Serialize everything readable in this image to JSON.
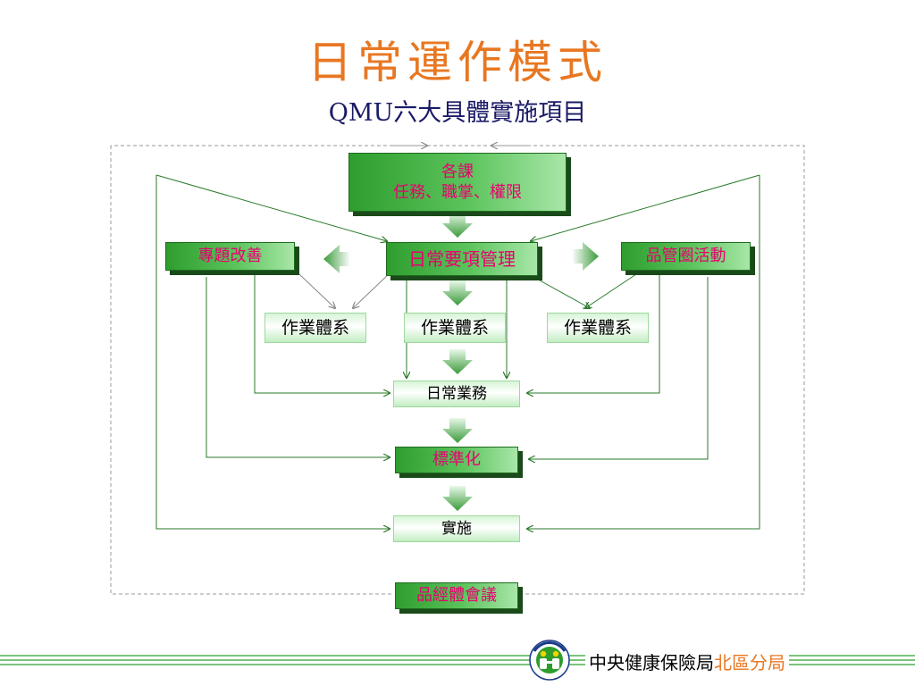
{
  "title": "日常運作模式",
  "subtitle": "QMU六大具體實施項目",
  "nodes": {
    "dept_line1": "各課",
    "dept_line2": "任務、職掌、權限",
    "daily_mgmt": "日常要項管理",
    "special_improve": "專題改善",
    "qc_circle": "品管圈活動",
    "work_system_left": "作業體系",
    "work_system_center": "作業體系",
    "work_system_right": "作業體系",
    "daily_business": "日常業務",
    "standardize": "標準化",
    "implement": "實施",
    "quality_meeting": "品經體會議"
  },
  "footer": {
    "org_name": "中央健康保險局",
    "branch_name": "北區分局"
  },
  "colors": {
    "title": "#e87722",
    "subtitle": "#1a1a66",
    "emphasis_text": "#e8006f",
    "connector": "#2a7a2a",
    "dashed_loop": "#999999",
    "footer_lines": "#2e9d2e"
  }
}
